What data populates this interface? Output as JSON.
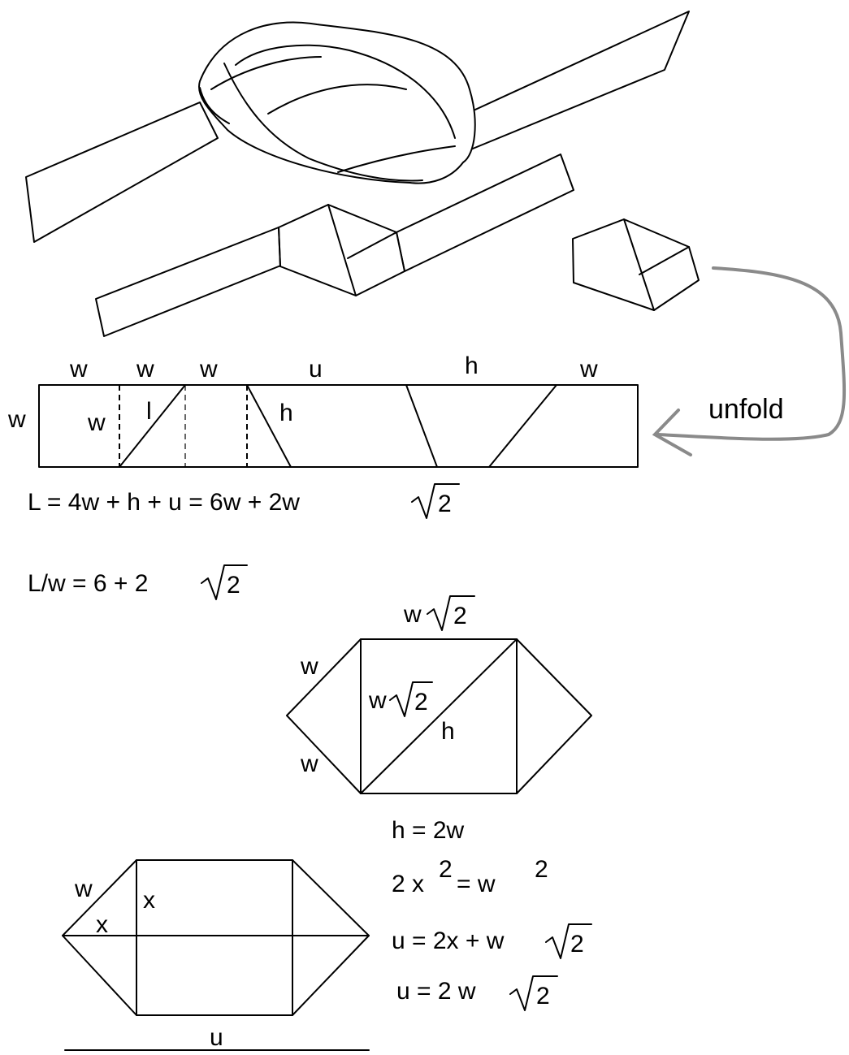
{
  "diagram": {
    "strip_labels": {
      "top": [
        "w",
        "w",
        "w",
        "u",
        "h",
        "w"
      ],
      "left_side": "w",
      "inner_w": "w",
      "inner_l": "l",
      "inner_h": "h"
    },
    "unfold_label": "unfold",
    "formula_L": {
      "lhs": "L = 4w  + h + u = 6w  + 2w",
      "radicand": "2"
    },
    "formula_ratio": {
      "lhs": "L/w = 6 + 2",
      "radicand": "2"
    },
    "hexagon_labels": {
      "top": "w",
      "top_radicand": "2",
      "upper_left": "w",
      "lower_left": "w",
      "inner": "w",
      "inner_radicand": "2",
      "diag": "h"
    },
    "equations": {
      "h_eq": "h = 2w",
      "x_eq_a": "2 x",
      "x_eq_exp1": "2",
      "x_eq_b": " = w",
      "x_eq_exp2": "2",
      "u_eq1": "u = 2x + w",
      "u_eq1_radicand": "2",
      "u_eq2": "u = 2  w",
      "u_eq2_radicand": "2"
    },
    "bottom_labels": {
      "w": "w",
      "x_diag": "x",
      "x_vert": "x",
      "u": "u"
    }
  }
}
